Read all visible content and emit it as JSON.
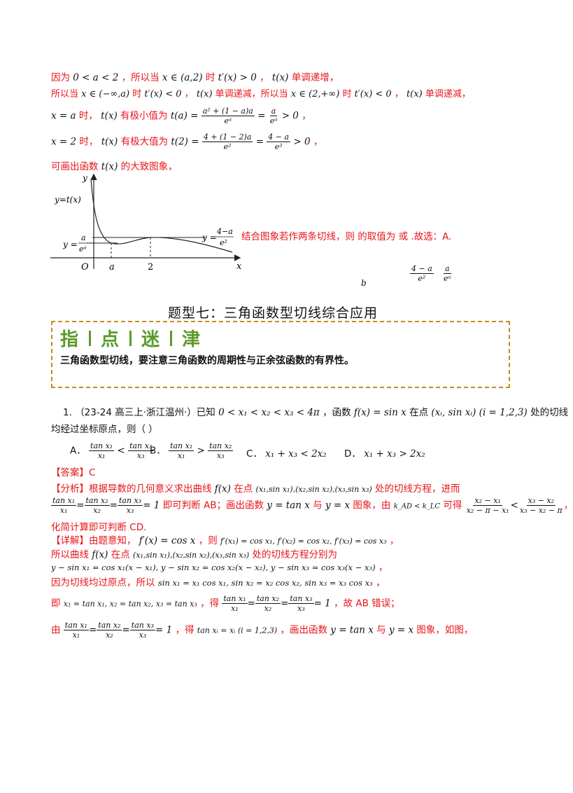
{
  "lines": {
    "l1": {
      "a": "因为",
      "b": "0 < a < 2",
      "c": "，所以当",
      "d": "x ∈ (a,2)",
      "e": "时",
      "f": "t′(x) > 0",
      "g": "，",
      "h": "t(x)",
      "i": "单调递增，"
    },
    "l2": {
      "a": "所以当",
      "b": "x ∈ (−∞,a)",
      "c": "时",
      "d": "t′(x) < 0",
      "e": "，",
      "f": "t(x)",
      "g": "单调递减，所以当",
      "h": "x ∈ (2,+∞)",
      "i": "时",
      "j": "t′(x) < 0",
      "k": "，",
      "l": "t(x)",
      "m": "单调递减，"
    },
    "l3": {
      "a": "x = a",
      "b": "时，",
      "c": "t(x)",
      "d": "有极小值为",
      "e": "t(a) =",
      "f_num": "a² + (1 − a)a",
      "f_den": "eᵃ",
      "g": "=",
      "h_num": "a",
      "h_den": "eᵃ",
      "i": "> 0",
      "j": "，"
    },
    "l4": {
      "a": "x = 2",
      "b": "时，",
      "c": "t(x)",
      "d": "有极大值为",
      "e": "t(2) =",
      "f_num": "4 + (1 − 2)a",
      "f_den": "e²",
      "g": "=",
      "h_num": "4 − a",
      "h_den": "e²",
      "i": "> 0",
      "j": "，"
    },
    "l5": {
      "a": "可画出函数",
      "b": "t(x)",
      "c": "的大致图象，"
    }
  },
  "graph": {
    "y_label": "y",
    "x_label": "x",
    "origin": "O",
    "curve_label": "y=t(x)",
    "tick_a": "a",
    "tick_2": "2",
    "left_label_y": "y =",
    "left_num": "a",
    "left_den": "eᵃ",
    "right_label_y": "y =",
    "right_num": "4−a",
    "right_den": "e²"
  },
  "conclusion": {
    "text": "结合图象若作两条切线，则   的取值为          或     .故选：A.",
    "b": "b",
    "frac1_num": "4 − a",
    "frac1_den": "e²",
    "frac2_num": "a",
    "frac2_den": "eᵃ"
  },
  "section": {
    "title": "题型七：三角函数型切线综合应用"
  },
  "tip": {
    "badge": [
      "指",
      "点",
      "迷",
      "津"
    ],
    "text": "三角函数型切线，要注意三角函数的周期性与正余弦函数的有界性。"
  },
  "question": {
    "number": "1.",
    "source": "（23-24 高三上·浙江温州·）已知",
    "cond": "0 < x₁ < x₂ < x₃ < 4π",
    "mid": "，函数",
    "func": "f(x) = sin x",
    "mid2": "在点",
    "point": "(xᵢ, sin xᵢ) (i = 1,2,3)",
    "end": "处的切线",
    "line2": "均经过坐标原点，则（    ）",
    "options": [
      {
        "label": "A．",
        "num1": "tan x₁",
        "den1": "x₁",
        "op": "<",
        "num2": "tan x₃",
        "den2": "x₃"
      },
      {
        "label": "B．",
        "num1": "tan x₁",
        "den1": "x₁",
        "op": ">",
        "num2": "tan x₂",
        "den2": "x₃"
      },
      {
        "label": "C．",
        "expr": "x₁ + x₃ < 2x₂"
      },
      {
        "label": "D．",
        "expr": "x₁ + x₃ > 2x₂"
      }
    ]
  },
  "answer": {
    "text": "【答案】C"
  },
  "analysis": {
    "a": "【分析】根据导数的几何意义求出曲线",
    "b": "f(x)",
    "c": "在点",
    "d": "(x₁,sin x₁),(x₂,sin x₂),(x₃,sin x₃)",
    "e": "处的切线方程，进而",
    "f1n": "tan x₁",
    "f1d": "x₁",
    "f2n": "tan x₂",
    "f2d": "x₂",
    "f3n": "tan x₃",
    "f3d": "x₃",
    "eq1": "= 1",
    "g": "即可判断 AB；画出函数",
    "h": "y = tan x",
    "i": "与",
    "j": "y = x",
    "k": "图象，由",
    "l": "k_AD < k_LC",
    "m": "可得",
    "n1n": "x₂ − x₁",
    "n1d": "x₂ − π − x₁",
    "n2n": "x₃ − x₂",
    "n2d": "x₃ − x₂ − π",
    "o": "，",
    "p": "化简计算即可判断 CD."
  },
  "detail": {
    "a": "【详解】由题意知，",
    "b": "f′(x) = cos x",
    "c": "，则",
    "d": "f′(x₁) = cos x₁, f′(x₂) = cos x₂, f′(x₃) = cos x₃",
    "e": "，",
    "f": "所以曲线",
    "g": "f(x)",
    "h": "在点",
    "i": "(x₁,sin x₁),(x₂,sin x₂),(x₃,sin x₃)",
    "j": "处的切线方程分别为",
    "k": "y − sin x₁ = cos x₁(x − x₁), y − sin x₂ = cos x₂(x − x₂), y − sin x₃ = cos x₃(x − x₃)",
    "l": "，",
    "m": "因为切线均过原点，所以",
    "n": "sin x₁ = x₁ cos x₁, sin x₂ = x₂ cos x₂, sin x₃ = x₃ cos x₃",
    "o": "，",
    "p": "即",
    "q": "x₁ = tan x₁, x₂ = tan x₂, x₃ = tan x₃",
    "r": "，得",
    "s": "= 1",
    "t": "，故 AB 错误；",
    "u": "由",
    "v": "= 1",
    "w": "，得",
    "x": "tan xᵢ = xᵢ (i = 1,2,3)",
    "y": "，画出函数",
    "z": "y = tan x",
    "z1": "与",
    "z2": "y = x",
    "z3": "图象，如图，"
  }
}
